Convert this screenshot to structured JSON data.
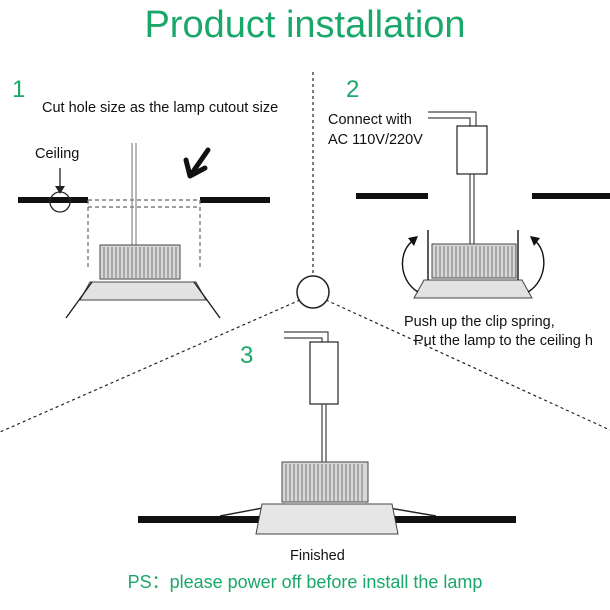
{
  "title": "Product installation",
  "steps": [
    {
      "number": "1",
      "caption": "Cut hole size as the lamp cutout size",
      "label": "Ceiling"
    },
    {
      "number": "2",
      "caption_line1": "Connect with",
      "caption_line2": "AC 110V/220V",
      "note_line1": "Push up the clip spring,",
      "note_line2": "Put the lamp to the ceiling h"
    },
    {
      "number": "3",
      "caption": "Finished"
    }
  ],
  "ps_note": "PS：please power off before install the lamp",
  "colors": {
    "accent": "#1aa86a",
    "line": "#222222",
    "lamp": "#d8d8d8"
  }
}
